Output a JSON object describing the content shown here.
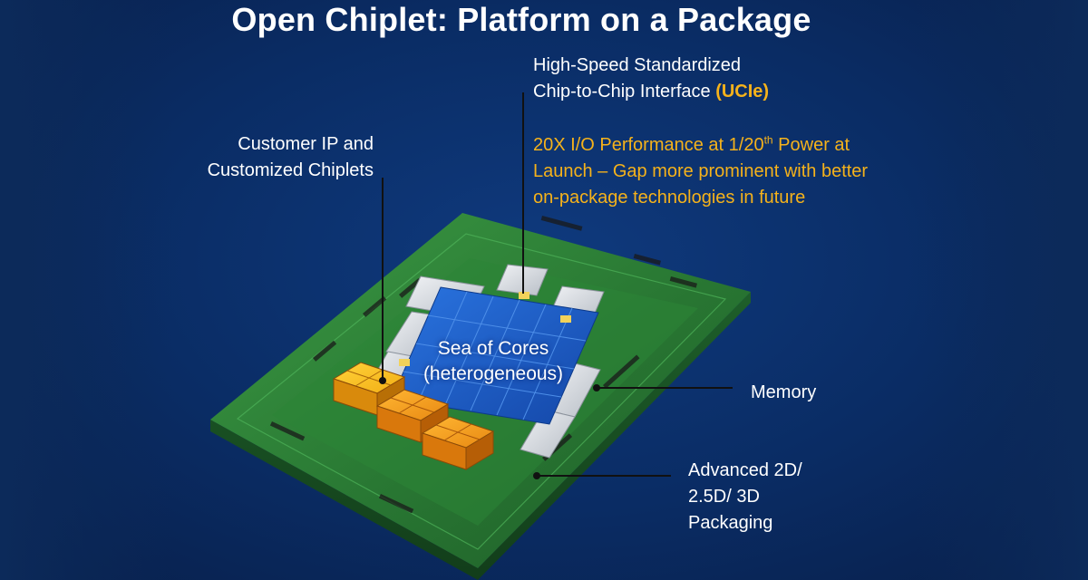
{
  "title": "Open Chiplet: Platform on a Package",
  "labels": {
    "ucie_line1": "High-Speed Standardized",
    "ucie_line2_prefix": "Chip-to-Chip Interface ",
    "ucie_acronym": "(UCIe)",
    "perf_line1_a": "20X I/O Performance at 1/20",
    "perf_line1_sup": "th",
    "perf_line1_b": " Power at",
    "perf_line2": "Launch – Gap more prominent with better",
    "perf_line3": "on-package technologies in future",
    "customer_line1": "Customer IP and",
    "customer_line2": "Customized Chiplets",
    "core_line1": "Sea of Cores",
    "core_line2": "(heterogeneous)",
    "memory": "Memory",
    "packaging_line1": "Advanced 2D/",
    "packaging_line2": "2.5D/ 3D",
    "packaging_line3": "Packaging"
  },
  "colors": {
    "background": "#0a2c64",
    "title_text": "#ffffff",
    "highlight": "#f5b21b",
    "substrate_green": "#2f8a3a",
    "core_blue": "#1a5fc8",
    "chiplet_orange": "#f39a1e",
    "io_die_gray": "#d9dde2"
  }
}
